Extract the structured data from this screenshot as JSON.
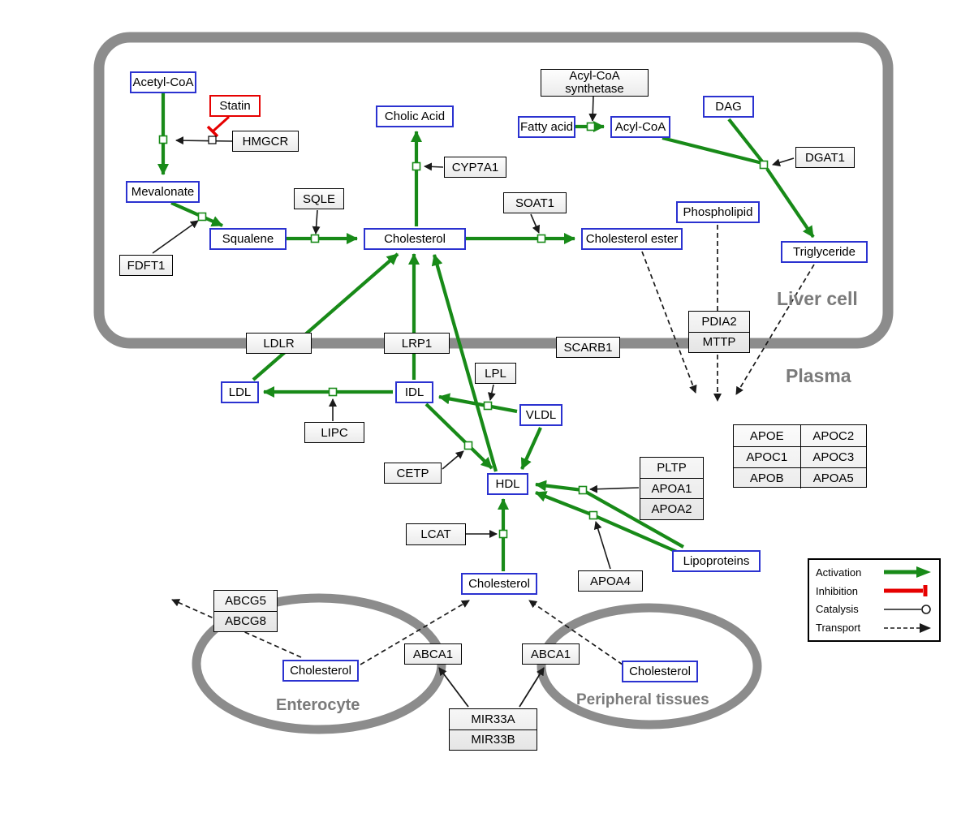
{
  "regions": {
    "liver_cell": "Liver cell",
    "plasma": "Plasma",
    "enterocyte": "Enterocyte",
    "peripheral_tissues": "Peripheral tissues"
  },
  "nodes": {
    "acetyl_coa": "Acetyl-CoA",
    "statin": "Statin",
    "hmgcr": "HMGCR",
    "mevalonate": "Mevalonate",
    "fdft1": "FDFT1",
    "squalene": "Squalene",
    "sqle": "SQLE",
    "cholic_acid": "Cholic Acid",
    "cyp7a1": "CYP7A1",
    "cholesterol_liver": "Cholesterol",
    "soat1": "SOAT1",
    "cholesterol_ester": "Cholesterol ester",
    "acyl_coa_synthetase": "Acyl-CoA\nsynthetase",
    "fatty_acid": "Fatty acid",
    "acyl_coa": "Acyl-CoA",
    "dag": "DAG",
    "dgat1": "DGAT1",
    "phospholipid": "Phospholipid",
    "triglyceride": "Triglyceride",
    "ldlr": "LDLR",
    "lrp1": "LRP1",
    "scarb1": "SCARB1",
    "pdia2": "PDIA2",
    "mttp": "MTTP",
    "ldl": "LDL",
    "idl": "IDL",
    "lipc": "LIPC",
    "lpl": "LPL",
    "vldl": "VLDL",
    "cetp": "CETP",
    "hdl": "HDL",
    "lcat": "LCAT",
    "pltp": "PLTP",
    "apoa1": "APOA1",
    "apoa2": "APOA2",
    "apoa4": "APOA4",
    "lipoproteins": "Lipoproteins",
    "cholesterol_plasma": "Cholesterol",
    "abcg5": "ABCG5",
    "abcg8": "ABCG8",
    "cholesterol_enterocyte": "Cholesterol",
    "abca1_enterocyte": "ABCA1",
    "abca1_peripheral": "ABCA1",
    "cholesterol_peripheral": "Cholesterol",
    "mir33a": "MIR33A",
    "mir33b": "MIR33B"
  },
  "apolipoprotein_table": {
    "rows": [
      [
        "APOE",
        "APOC2"
      ],
      [
        "APOC1",
        "APOC3"
      ],
      [
        "APOB",
        "APOA5"
      ]
    ]
  },
  "legend": {
    "activation": "Activation",
    "inhibition": "Inhibition",
    "catalysis": "Catalysis",
    "transport": "Transport"
  },
  "colors": {
    "activation_green": "#188a18",
    "inhibition_red": "#e60000",
    "metabolite_border_blue": "#2b32d0",
    "membrane_gray": "#8c8c8c"
  }
}
